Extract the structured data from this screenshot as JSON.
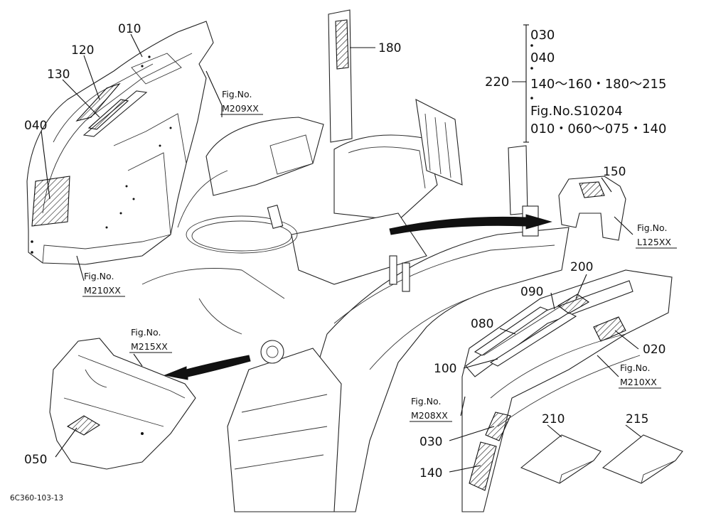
{
  "labels": {
    "l010": "010",
    "l120": "120",
    "l130": "130",
    "l040": "040",
    "l180": "180",
    "l220": "220",
    "l150": "150",
    "l200": "200",
    "l090": "090",
    "l080": "080",
    "l100": "100",
    "l020": "020",
    "l030": "030",
    "l140": "140",
    "l210": "210",
    "l215": "215",
    "l050": "050"
  },
  "figrefs": {
    "m209_a": "Fig.No.",
    "m209_b": "M209XX",
    "m210l_a": "Fig.No.",
    "m210l_b": "M210XX",
    "m215_a": "Fig.No.",
    "m215_b": "M215XX",
    "l125_a": "Fig.No.",
    "l125_b": "L125XX",
    "m210r_a": "Fig.No.",
    "m210r_b": "M210XX",
    "m208_a": "Fig.No.",
    "m208_b": "M208XX"
  },
  "group_list": {
    "row1": "030",
    "row2": "040",
    "row3": "140～160・180～215",
    "row4": "Fig.No.S10204",
    "row5": "010・060～075・140"
  },
  "drawing_code": "6C360-103-13"
}
